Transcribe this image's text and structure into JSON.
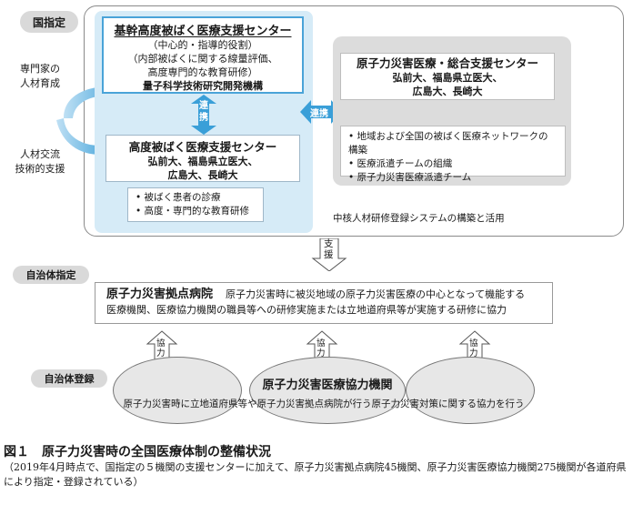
{
  "labels": {
    "national": "国指定",
    "experts": "専門家の\n人材育成",
    "exchange": "人材交流\n技術的支援",
    "municipal": "自治体指定",
    "municipal_reg": "自治体登録"
  },
  "core_center": {
    "title": "基幹高度被ばく医療支援センター",
    "lines": [
      "（中心的・指導的役割）",
      "（内部被ばくに関する線量評価、",
      "高度専門的な教育研修）"
    ],
    "org": "量子科学技術研究開発機構"
  },
  "advanced_center": {
    "title": "高度被ばく医療支援センター",
    "lines": [
      "弘前大、福島県立医大、",
      "広島大、長崎大"
    ]
  },
  "advanced_bullets": [
    "• 被ばく患者の診療",
    "• 高度・専門的な教育研修"
  ],
  "general_center": {
    "title": "原子力災害医療・総合支援センター",
    "lines": [
      "弘前大、福島県立医大、",
      "広島大、長崎大"
    ]
  },
  "general_bullets": [
    "• 地域および全国の被ばく医療ネットワークの構築",
    "• 医療派遣チームの組織",
    "• 原子力災害医療派遣チーム"
  ],
  "links": {
    "renkei_v": "連携",
    "renkei_h": "連携",
    "shien": "支援",
    "kyoryoku": "協力"
  },
  "registry": "中核人材研修登録システムの構築と活用",
  "base_hospital": {
    "title": "原子力災害拠点病院",
    "desc1": "原子力災害時に被災地域の原子力災害医療の中心となって機能する",
    "desc2": "医療機関、医療協力機関の職員等への研修実施または立地道府県等が実施する研修に協力"
  },
  "coop_institution": {
    "title": "原子力災害医療協力機関",
    "desc": "原子力災害時に立地道府県等や原子力災害拠点病院が行う原子力災害対策に関する協力を行う"
  },
  "caption": {
    "title": "図１　原子力災害時の全国医療体制の整備状況",
    "note": "（2019年4月時点で、国指定の５機関の支援センターに加えて、原子力災害拠点病院45機関、原子力災害医療協力機関275機関が各道府県により指定・登録されている）"
  },
  "colors": {
    "accent_blue": "#3a9fd8",
    "light_blue": "#d6ebf7",
    "grey": "#dcdcdc"
  }
}
